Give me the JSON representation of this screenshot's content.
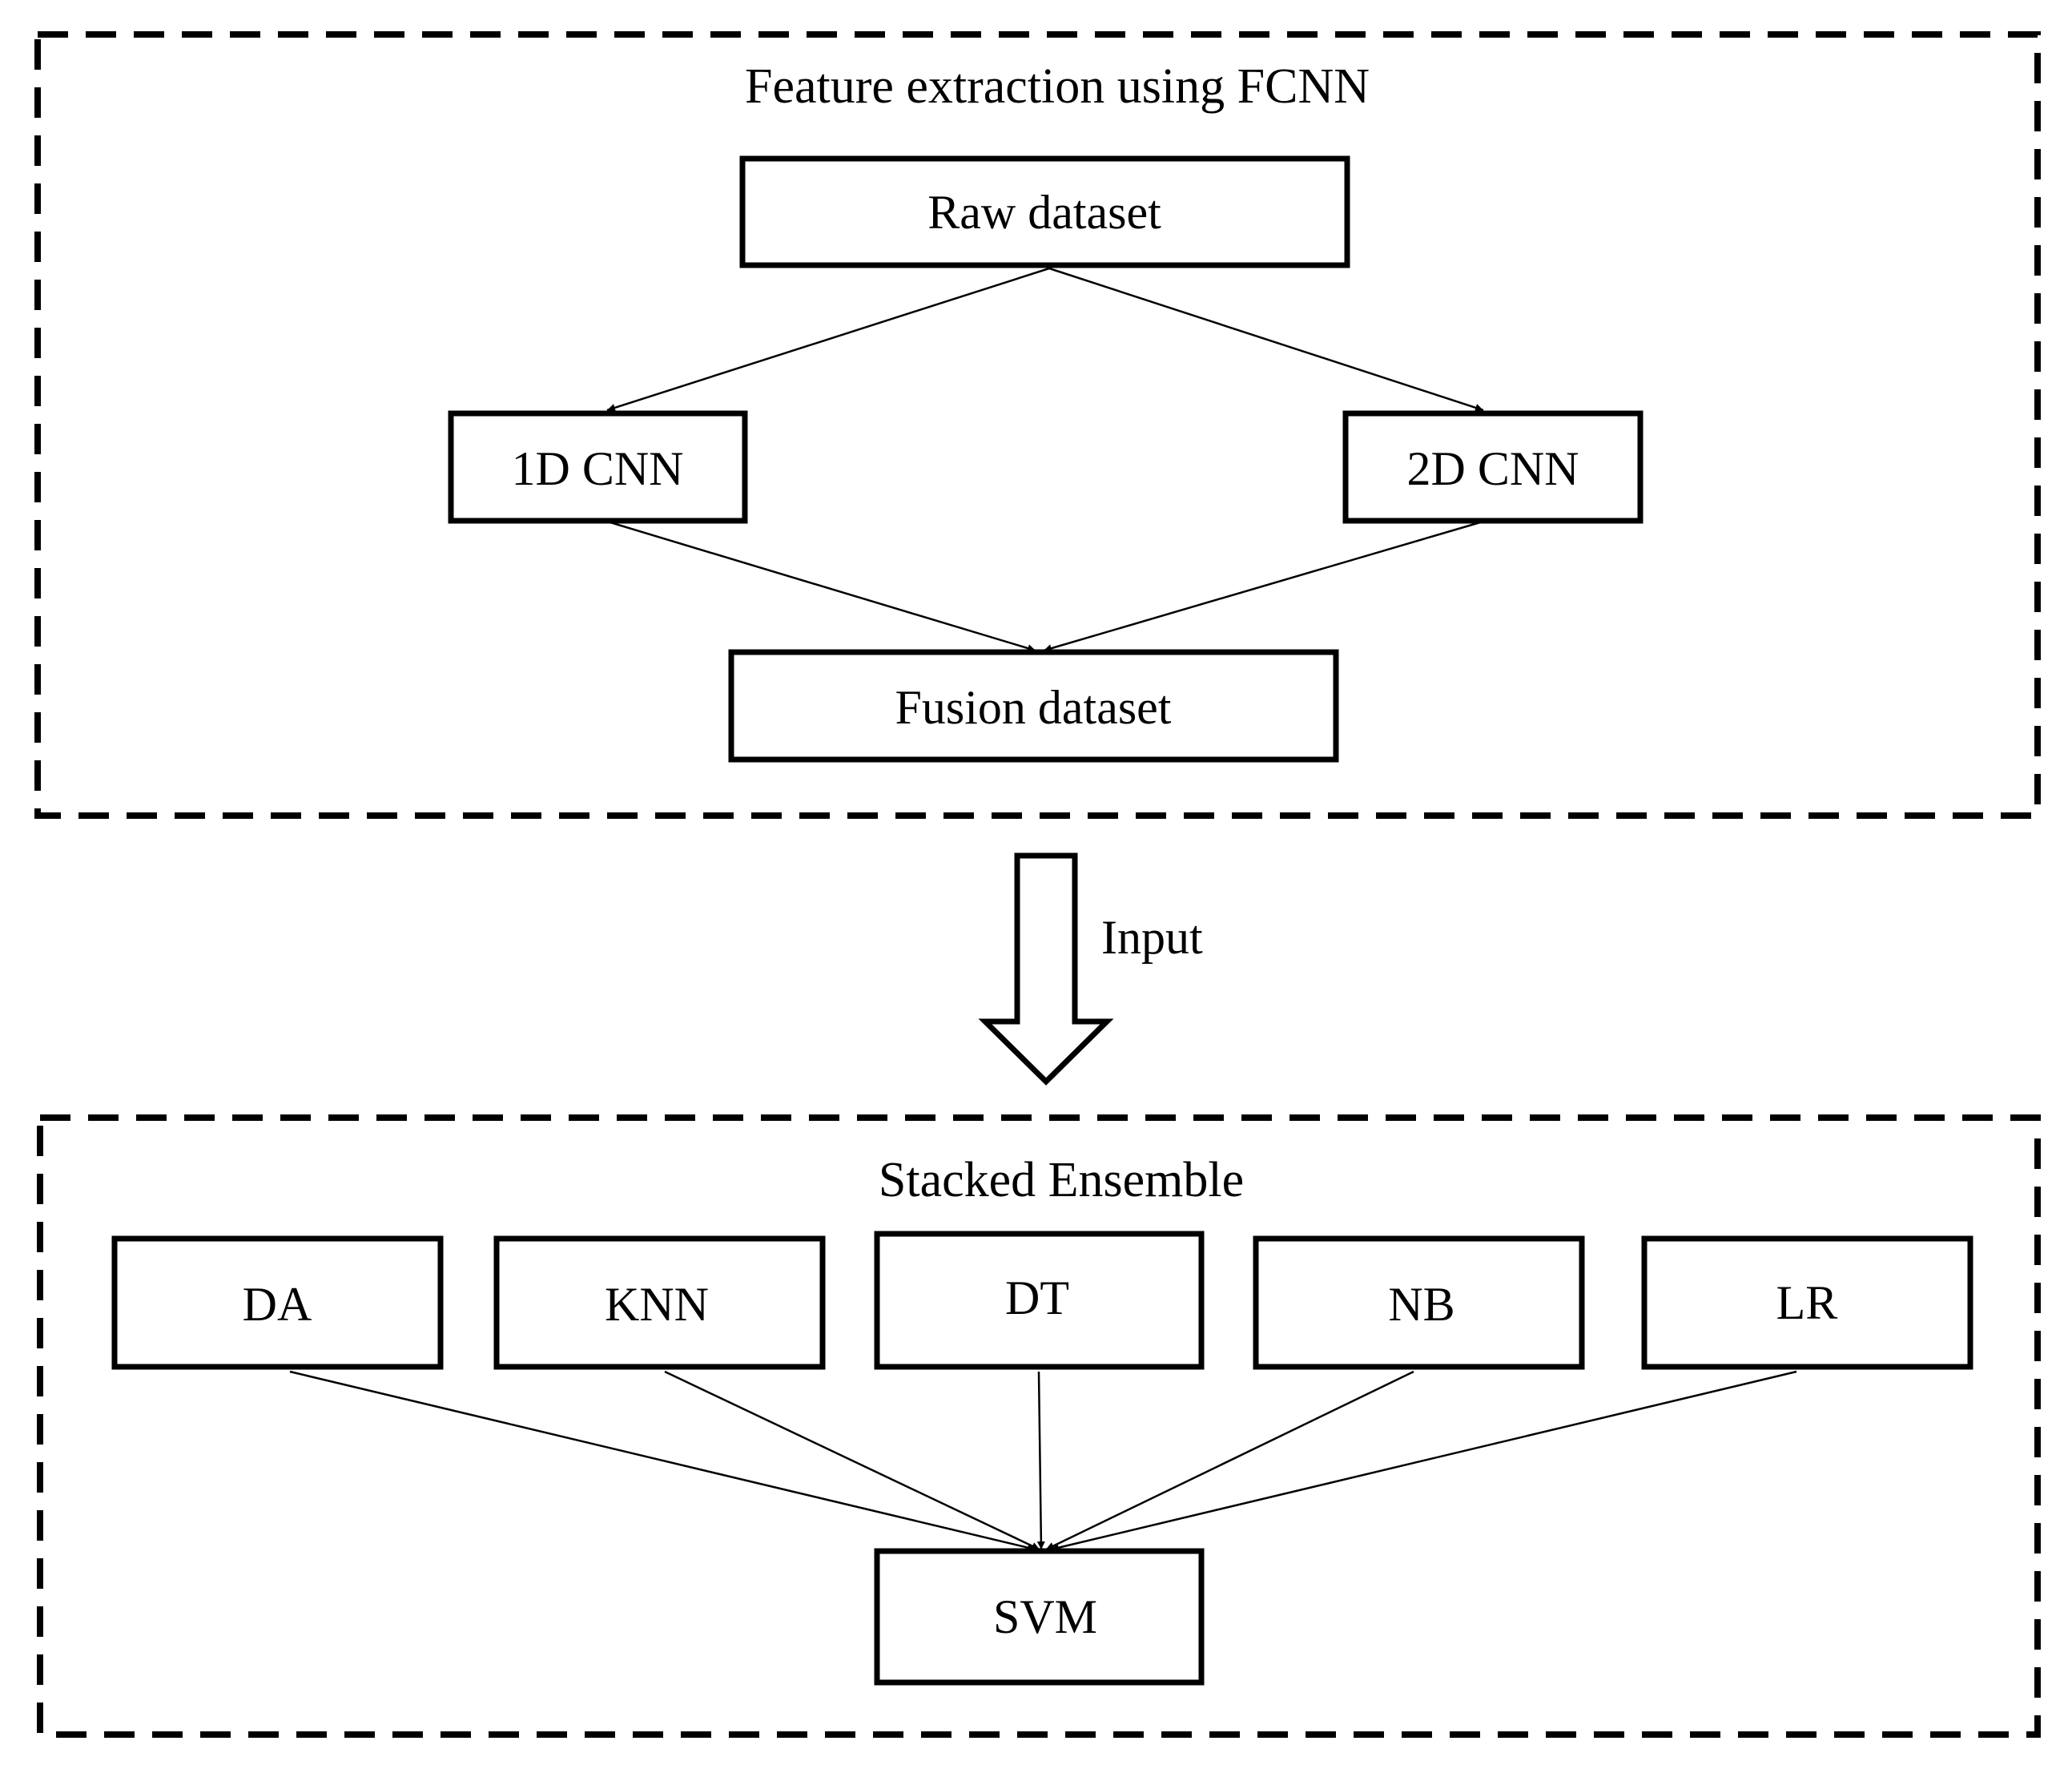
{
  "top_section": {
    "title": "Feature extraction using FCNN",
    "raw": "Raw dataset",
    "cnn1d": "1D CNN",
    "cnn2d": "2D CNN",
    "fusion": "Fusion dataset"
  },
  "transition": {
    "label": "Input"
  },
  "bottom_section": {
    "title": "Stacked Ensemble",
    "learners": [
      "DA",
      "KNN",
      "DT",
      "NB",
      "LR"
    ],
    "meta": "SVM"
  }
}
